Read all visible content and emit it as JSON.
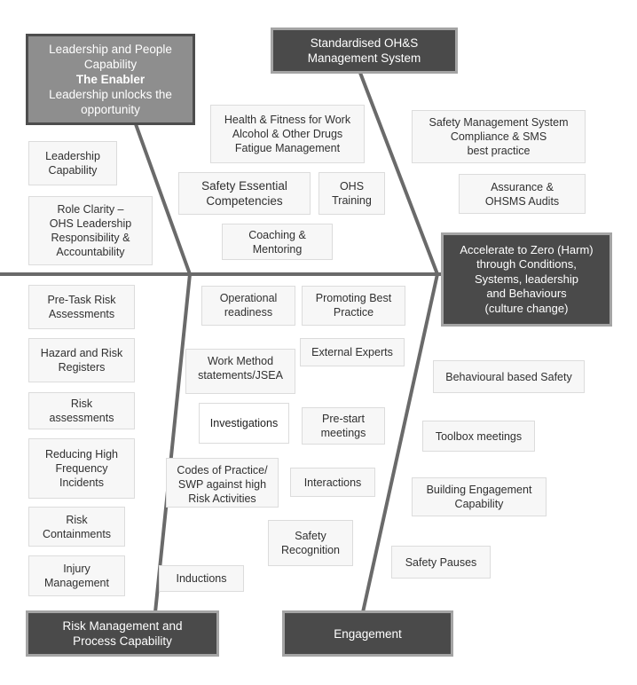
{
  "colors": {
    "bone": "#6a6a6a",
    "header_dark": "#4a4a4a",
    "header_grey": "#8e8e8e",
    "box_bg": "#f7f7f7"
  },
  "headers": {
    "leadership": {
      "line1": "Leadership and People Capability",
      "line2": "The Enabler",
      "line3": "Leadership unlocks the opportunity"
    },
    "standardised": "Standardised OH&S\nManagement System",
    "accelerate": "Accelerate to Zero (Harm)\nthrough Conditions,\nSystems, leadership\nand Behaviours\n(culture change)",
    "risk": "Risk Management and\nProcess Capability",
    "engagement": "Engagement"
  },
  "items": {
    "leadership_capability": "Leadership\nCapability",
    "role_clarity": "Role Clarity –\nOHS Leadership\nResponsibility &\nAccountability",
    "health_fitness": "Health & Fitness for Work\nAlcohol & Other Drugs\nFatigue Management",
    "safety_competencies": "Safety Essential\nCompetencies",
    "ohs_training": "OHS\nTraining",
    "coaching": "Coaching &\nMentoring",
    "sms_compliance": "Safety Management System\nCompliance & SMS\nbest practice",
    "assurance": "Assurance &\nOHSMS Audits",
    "pretask": "Pre-Task Risk\nAssessments",
    "hazard_registers": "Hazard and Risk\nRegisters",
    "risk_assessments": "Risk\nassessments",
    "reducing_hfi": "Reducing High\nFrequency\nIncidents",
    "risk_containments": "Risk\nContainments",
    "injury_management": "Injury\nManagement",
    "operational_readiness": "Operational\nreadiness",
    "work_method": "Work Method\nstatements/JSEA",
    "investigations": "Investigations",
    "codes_of_practice": "Codes of Practice/\nSWP against high\nRisk Activities",
    "inductions": "Inductions",
    "promoting_best": "Promoting Best\nPractice",
    "external_experts": "External Experts",
    "prestart": "Pre-start\nmeetings",
    "interactions": "Interactions",
    "safety_recognition": "Safety\nRecognition",
    "behavioural_safety": "Behavioural based Safety",
    "toolbox": "Toolbox meetings",
    "building_engagement": "Building Engagement\nCapability",
    "safety_pauses": "Safety Pauses"
  }
}
